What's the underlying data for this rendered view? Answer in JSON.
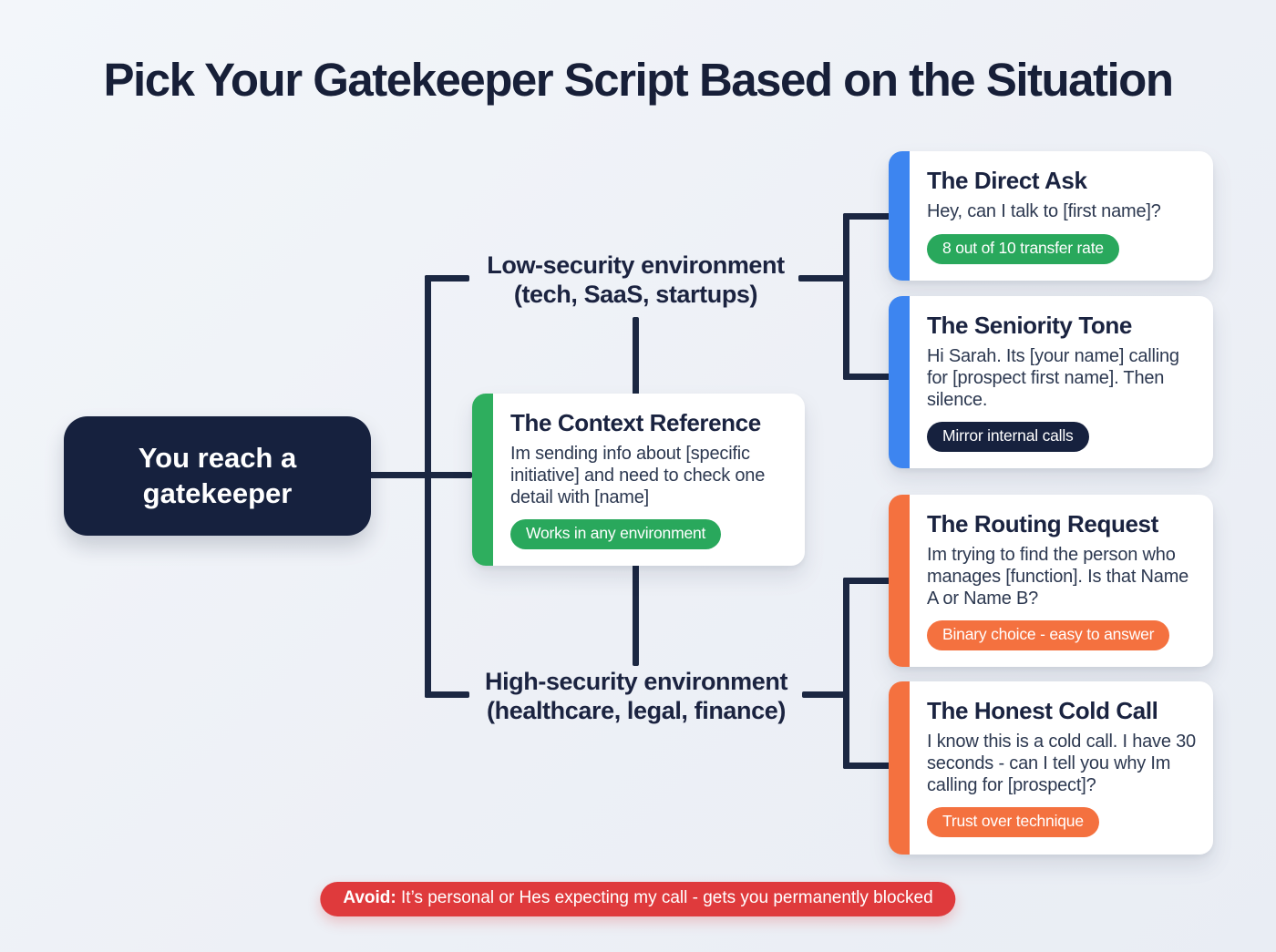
{
  "title": "Pick Your Gatekeeper Script Based on the Situation",
  "root": {
    "label": "You reach a gatekeeper"
  },
  "branches": {
    "low": {
      "line1": "Low-security environment",
      "line2": "(tech, SaaS, startups)"
    },
    "high": {
      "line1": "High-security environment",
      "line2": "(healthcare, legal, finance)"
    }
  },
  "cards": [
    {
      "id": "direct-ask",
      "title": "The Direct Ask",
      "body": "Hey, can I talk to [first name]?",
      "badge": "8 out of 10 transfer rate",
      "accent": "#3d85f0",
      "badge_bg": "#29a85c"
    },
    {
      "id": "seniority-tone",
      "title": "The Seniority Tone",
      "body": "Hi Sarah. Its [your name] calling for [prospect first name]. Then silence.",
      "badge": "Mirror internal calls",
      "accent": "#3d85f0",
      "badge_bg": "#16213e"
    },
    {
      "id": "context-reference",
      "title": "The Context Reference",
      "body": "Im sending info about [specific initiative] and need to check one detail with [name]",
      "badge": "Works in any environment",
      "accent": "#2eae5e",
      "badge_bg": "#29a85c"
    },
    {
      "id": "routing-request",
      "title": "The Routing Request",
      "body": "Im trying to find the person who manages [function]. Is that Name A or Name B?",
      "badge": "Binary choice - easy to answer",
      "accent": "#f4713f",
      "badge_bg": "#f4713f"
    },
    {
      "id": "honest-cold-call",
      "title": "The Honest Cold Call",
      "body": "I know this is a cold call. I have 30 seconds - can I tell you why Im calling for [prospect]?",
      "badge": "Trust over technique",
      "accent": "#f4713f",
      "badge_bg": "#f4713f"
    }
  ],
  "footer": {
    "avoid_label": "Avoid:",
    "avoid_text": " It’s personal or Hes expecting my call - gets you permanently blocked",
    "bg": "#df3a3c"
  },
  "colors": {
    "background": "#edf0f6",
    "connector_line": "#1b2742",
    "root_bg": "#16213e",
    "heading_text": "#171f38",
    "card_bg": "#ffffff",
    "body_text": "#2c3850"
  }
}
